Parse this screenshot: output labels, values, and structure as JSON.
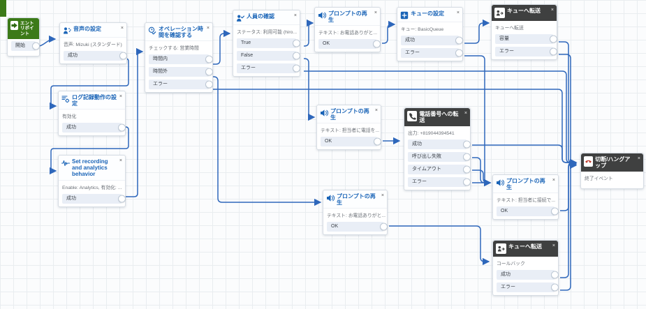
{
  "ui": {
    "close_glyph": "×"
  },
  "colors": {
    "wire": "#2e67bb",
    "accent_blue": "#1a64b7",
    "dark_header": "#3f4040",
    "entry_green": "#3c7a18",
    "disconnect_red": "#c0392b",
    "output_row_bg": "#e9eef6"
  },
  "nodes": [
    {
      "title": "エントリポイント",
      "body": "",
      "outputs": [
        "開始"
      ]
    },
    {
      "title": "音声の設定",
      "body": "音声: Mizuki (スタンダード)",
      "outputs": [
        "成功"
      ]
    },
    {
      "title": "ログ記録動作の設定",
      "body": "有効化",
      "outputs": [
        "成功"
      ]
    },
    {
      "title": "Set recording and analytics behavior",
      "body": "Enable: Analytics, 有効化: ...",
      "outputs": [
        "成功"
      ]
    },
    {
      "title": "オペレーション時間を確認する",
      "body": "チェックする: 営業時間",
      "outputs": [
        "時間内",
        "時間外",
        "エラー"
      ]
    },
    {
      "title": "人員の確認",
      "body": "ステータス: 利用可能 (hiro...",
      "outputs": [
        "True",
        "False",
        "エラー"
      ]
    },
    {
      "title": "プロンプトの再生",
      "body": "テキスト: お電話ありがと...",
      "outputs": [
        "OK"
      ]
    },
    {
      "title": "キューの設定",
      "body": "キュー: BasicQueue",
      "outputs": [
        "成功",
        "エラー"
      ]
    },
    {
      "title": "キューへ転送",
      "body": "キューへ転送",
      "outputs": [
        "容量",
        "エラー"
      ]
    },
    {
      "title": "プロンプトの再生",
      "body": "テキスト: 担当者に電話を...",
      "outputs": [
        "OK"
      ]
    },
    {
      "title": "電話番号への転送",
      "body": "出力: +819044394541",
      "outputs": [
        "成功",
        "呼び出し失敗",
        "タイムアウト",
        "エラー"
      ]
    },
    {
      "title": "プロンプトの再生",
      "body": "テキスト: 担当者に接続で...",
      "outputs": [
        "OK"
      ]
    },
    {
      "title": "切断/ハングアップ",
      "body": "終了イベント",
      "outputs": []
    },
    {
      "title": "プロンプトの再生",
      "body": "テキスト: お電話ありがと...",
      "outputs": [
        "OK"
      ]
    },
    {
      "title": "キューへ転送",
      "body": "コールバック",
      "outputs": [
        "成功",
        "エラー"
      ]
    }
  ],
  "connections": [
    {
      "from": "エントリポイント.開始",
      "to": "音声の設定"
    },
    {
      "from": "音声の設定.成功",
      "to": "ログ記録動作の設定"
    },
    {
      "from": "ログ記録動作の設定.成功",
      "to": "Set recording and analytics behavior"
    },
    {
      "from": "Set recording and analytics behavior.成功",
      "to": "オペレーション時間を確認する"
    },
    {
      "from": "オペレーション時間を確認する.時間内",
      "to": "人員の確認"
    },
    {
      "from": "オペレーション時間を確認する.時間外",
      "to": "プロンプトの再生(お電話ありがと/下)"
    },
    {
      "from": "オペレーション時間を確認する.エラー",
      "to": "切断/ハングアップ"
    },
    {
      "from": "人員の確認.True",
      "to": "プロンプトの再生(お電話ありがと/上)"
    },
    {
      "from": "人員の確認.False",
      "to": "プロンプトの再生(担当者に電話を)"
    },
    {
      "from": "人員の確認.エラー",
      "to": "切断/ハングアップ"
    },
    {
      "from": "プロンプトの再生(お電話ありがと/上).OK",
      "to": "キューの設定"
    },
    {
      "from": "キューの設定.成功",
      "to": "キューへ転送(上)"
    },
    {
      "from": "キューの設定.エラー",
      "to": "プロンプトの再生(担当者に接続で)"
    },
    {
      "from": "キューへ転送(上).容量",
      "to": "切断/ハングアップ"
    },
    {
      "from": "キューへ転送(上).エラー",
      "to": "切断/ハングアップ"
    },
    {
      "from": "プロンプトの再生(担当者に電話を).OK",
      "to": "電話番号への転送"
    },
    {
      "from": "電話番号への転送.成功",
      "to": "切断/ハングアップ"
    },
    {
      "from": "電話番号への転送.呼び出し失敗",
      "to": "プロンプトの再生(担当者に接続で)"
    },
    {
      "from": "電話番号への転送.タイムアウト",
      "to": "プロンプトの再生(担当者に接続で)"
    },
    {
      "from": "電話番号への転送.エラー",
      "to": "プロンプトの再生(担当者に接続で)"
    },
    {
      "from": "プロンプトの再生(担当者に接続で).OK",
      "to": "切断/ハングアップ"
    },
    {
      "from": "プロンプトの再生(お電話ありがと/下).OK",
      "to": "キューへ転送(コールバック)"
    },
    {
      "from": "キューへ転送(コールバック).成功",
      "to": "切断/ハングアップ"
    },
    {
      "from": "キューへ転送(コールバック).エラー",
      "to": "切断/ハングアップ"
    }
  ]
}
